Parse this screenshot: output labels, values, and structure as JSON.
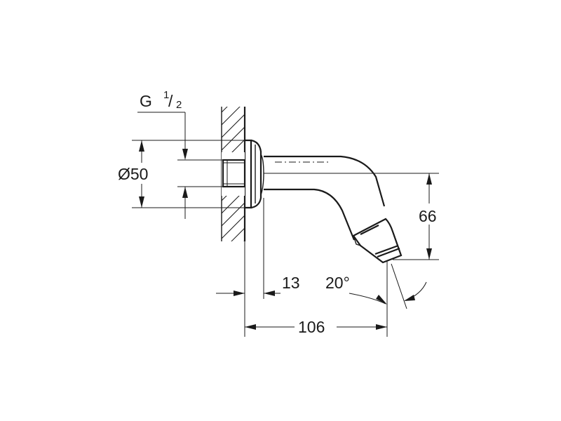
{
  "drawing": {
    "thread_label": {
      "main": "G",
      "numerator": "1",
      "slash": "/",
      "denominator": "2"
    },
    "dimensions": {
      "diameter": "Ø50",
      "height": "66",
      "wall_offset": "13",
      "angle": "20°",
      "length": "106"
    }
  },
  "colors": {
    "line": "#1a1a1a",
    "background": "#ffffff"
  }
}
